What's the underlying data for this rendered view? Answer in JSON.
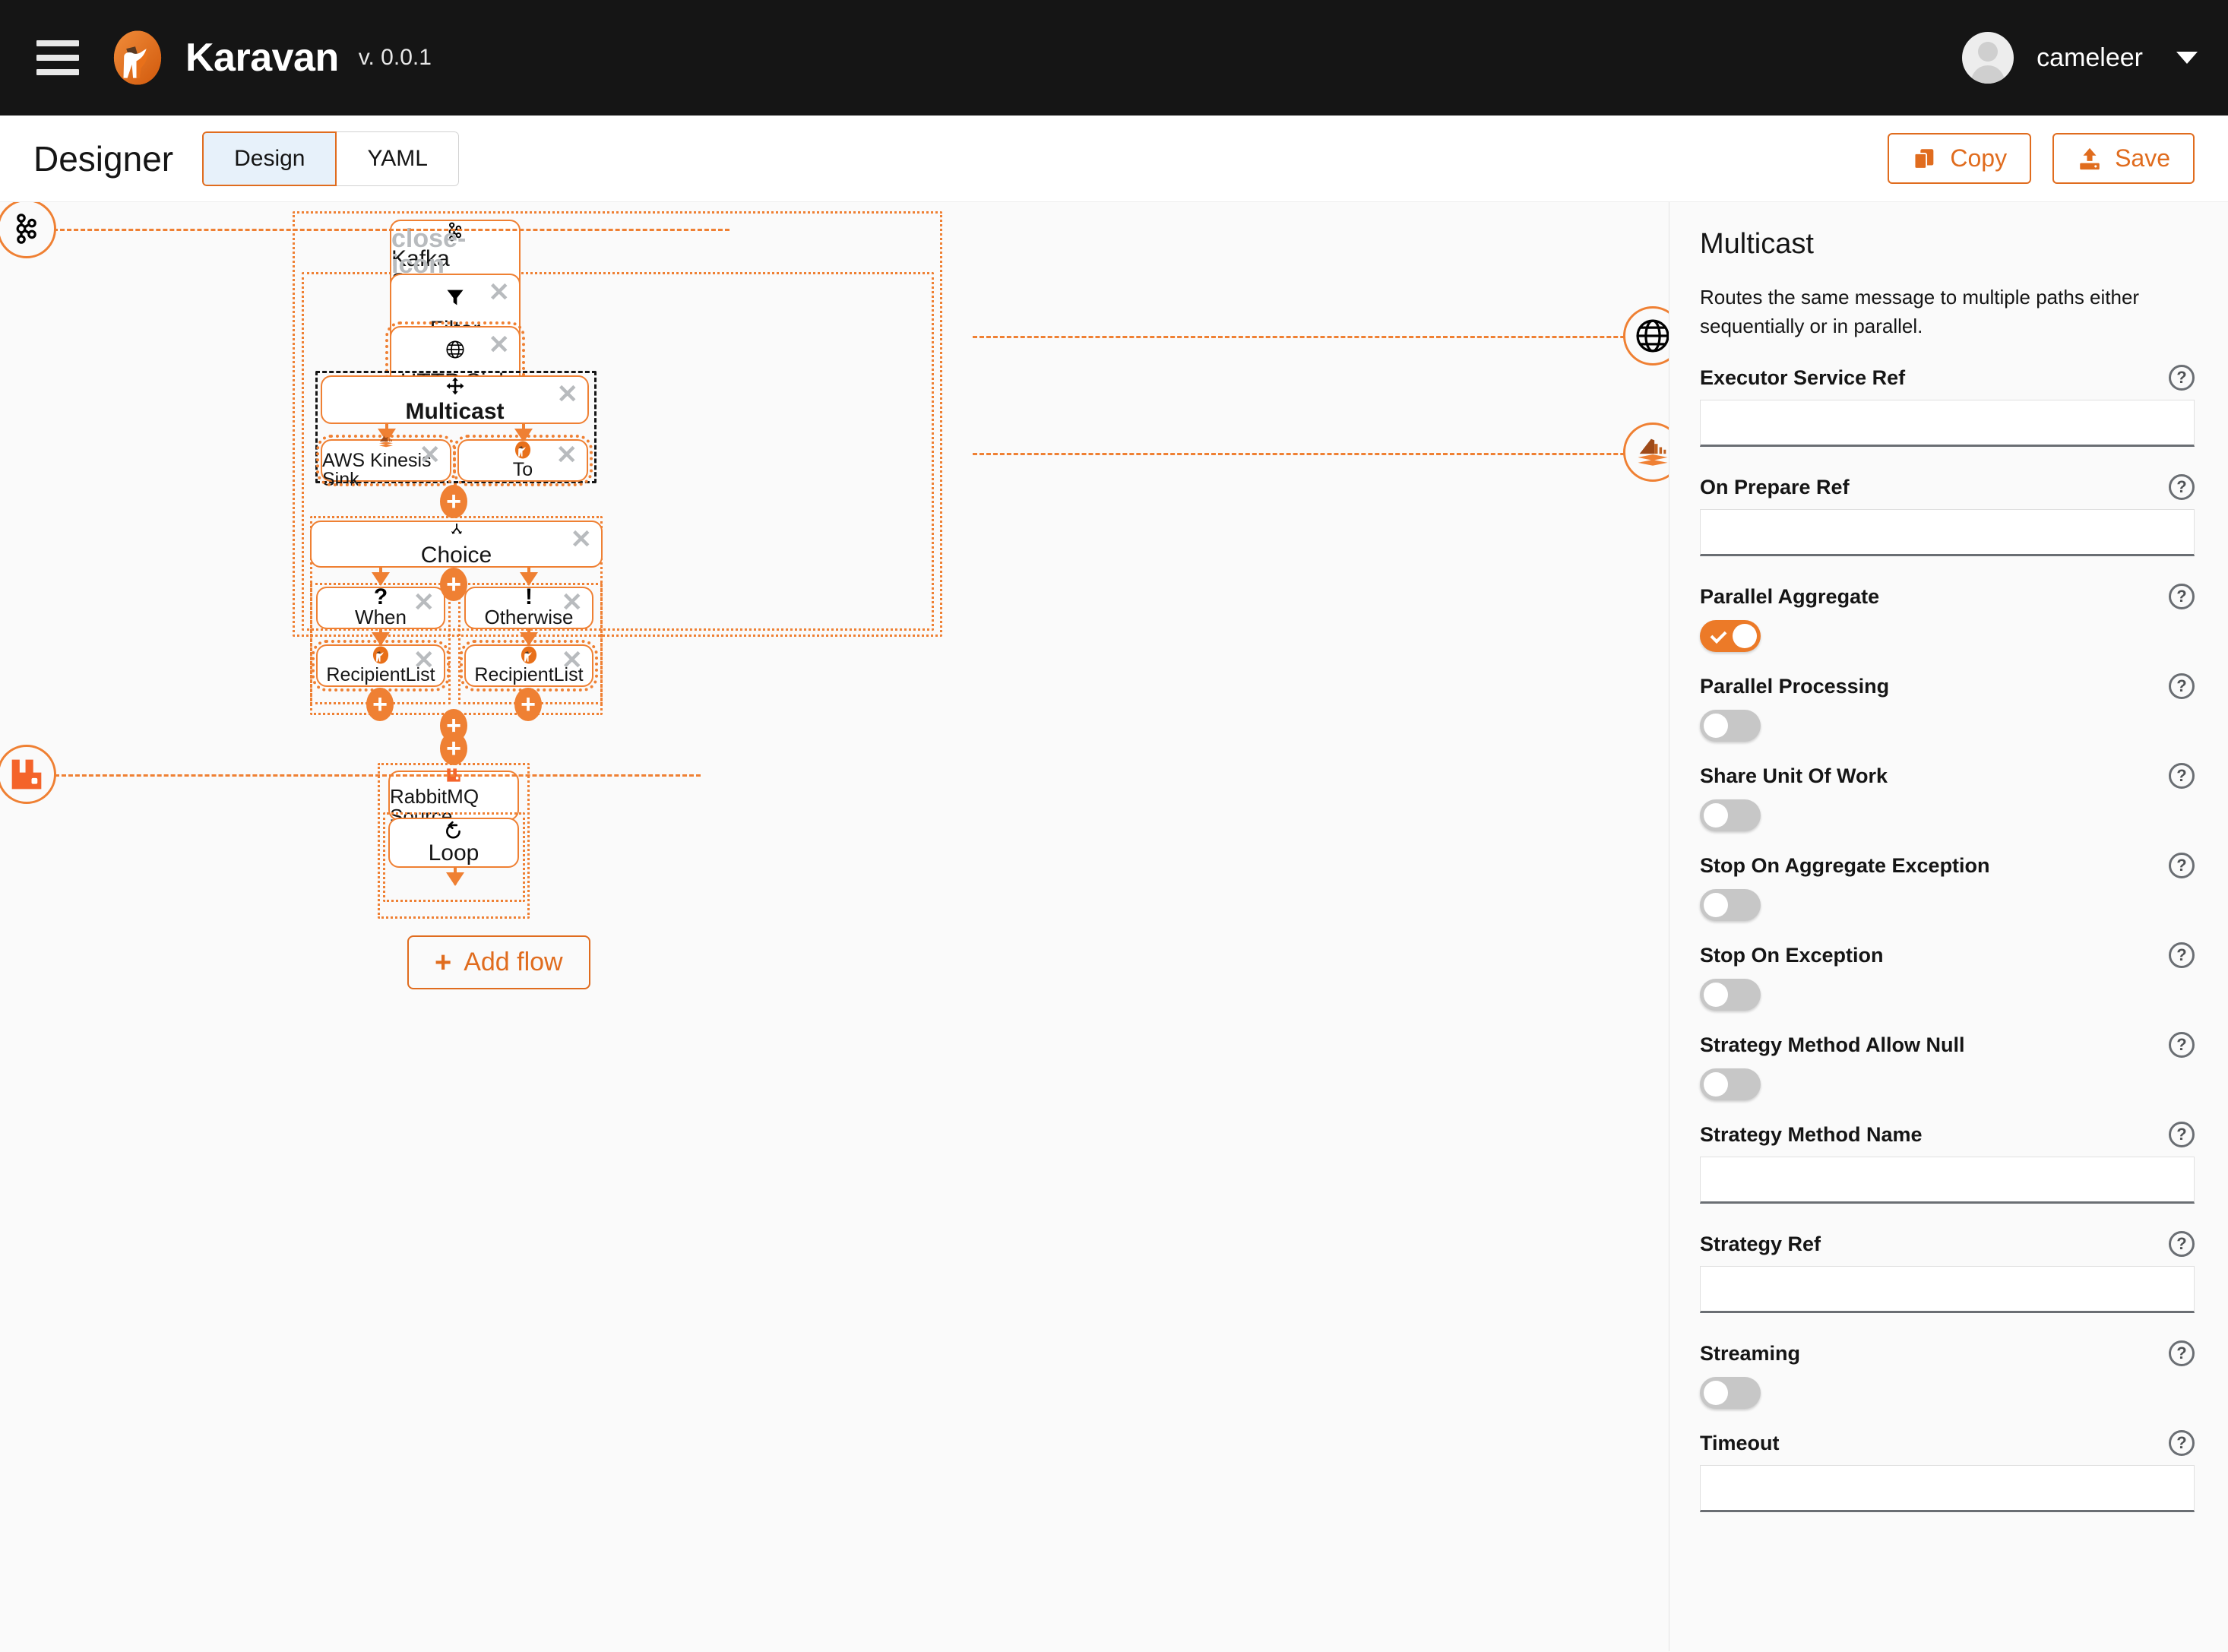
{
  "masthead": {
    "menu_icon": "hamburger-icon",
    "logo_icon": "karavan-camel-logo",
    "title": "Karavan",
    "version": "v. 0.0.1",
    "user": "cameleer",
    "avatar_icon": "user-avatar-icon",
    "caret_icon": "chevron-down-icon"
  },
  "toolbar": {
    "page_title": "Designer",
    "tabs": [
      {
        "label": "Design",
        "active": true
      },
      {
        "label": "YAML",
        "active": false
      }
    ],
    "copy_label": "Copy",
    "copy_icon": "copy-icon",
    "save_label": "Save",
    "save_icon": "upload-save-icon"
  },
  "canvas": {
    "add_flow_label": "Add flow",
    "add_flow_icon": "plus-icon",
    "plus_icon": "plus-circle-icon",
    "close_icon": "close-icon",
    "badges": [
      {
        "name": "kafka-badge",
        "icon": "kafka-icon"
      },
      {
        "name": "http-badge",
        "icon": "globe-icon"
      },
      {
        "name": "aws-kinesis-badge",
        "icon": "aws-kinesis-icon"
      },
      {
        "name": "rabbitmq-badge",
        "icon": "rabbitmq-icon"
      }
    ],
    "nodes": {
      "kafka_source": {
        "label": "Kafka Source",
        "icon": "kafka-icon"
      },
      "filter": {
        "label": "Filter",
        "icon": "funnel-icon"
      },
      "http_sink": {
        "label": "HTTP Sink",
        "icon": "globe-icon"
      },
      "multicast": {
        "label": "Multicast",
        "icon": "arrows-move-icon"
      },
      "aws_kinesis_sink": {
        "label": "AWS Kinesis Sink",
        "icon": "aws-kinesis-icon"
      },
      "to": {
        "label": "To",
        "icon": "camel-icon"
      },
      "choice": {
        "label": "Choice",
        "icon": "branch-icon"
      },
      "when": {
        "label": "When",
        "icon": "question-mark-icon"
      },
      "otherwise": {
        "label": "Otherwise",
        "icon": "exclamation-mark-icon"
      },
      "recipient_list_1": {
        "label": "RecipientList",
        "icon": "camel-icon"
      },
      "recipient_list_2": {
        "label": "RecipientList",
        "icon": "camel-icon"
      },
      "rabbitmq_source": {
        "label": "RabbitMQ Source",
        "icon": "rabbitmq-icon"
      },
      "loop": {
        "label": "Loop",
        "icon": "loop-arrow-icon"
      }
    }
  },
  "properties": {
    "title": "Multicast",
    "description": "Routes the same message to multiple paths either sequentially or in parallel.",
    "help_icon": "question-circle-icon",
    "fields": [
      {
        "label": "Executor Service Ref",
        "type": "text",
        "value": ""
      },
      {
        "label": "On Prepare Ref",
        "type": "text",
        "value": ""
      },
      {
        "label": "Parallel Aggregate",
        "type": "switch",
        "value": true
      },
      {
        "label": "Parallel Processing",
        "type": "switch",
        "value": false
      },
      {
        "label": "Share Unit Of Work",
        "type": "switch",
        "value": false
      },
      {
        "label": "Stop On Aggregate Exception",
        "type": "switch",
        "value": false
      },
      {
        "label": "Stop On Exception",
        "type": "switch",
        "value": false
      },
      {
        "label": "Strategy Method Allow Null",
        "type": "switch",
        "value": false
      },
      {
        "label": "Strategy Method Name",
        "type": "text",
        "value": ""
      },
      {
        "label": "Strategy Ref",
        "type": "text",
        "value": ""
      },
      {
        "label": "Streaming",
        "type": "switch",
        "value": false
      },
      {
        "label": "Timeout",
        "type": "text",
        "value": ""
      }
    ]
  },
  "colors": {
    "accent": "#ef8033",
    "accent_dark": "#e06c1e",
    "masthead_bg": "#151515",
    "canvas_bg": "#fafafa"
  }
}
